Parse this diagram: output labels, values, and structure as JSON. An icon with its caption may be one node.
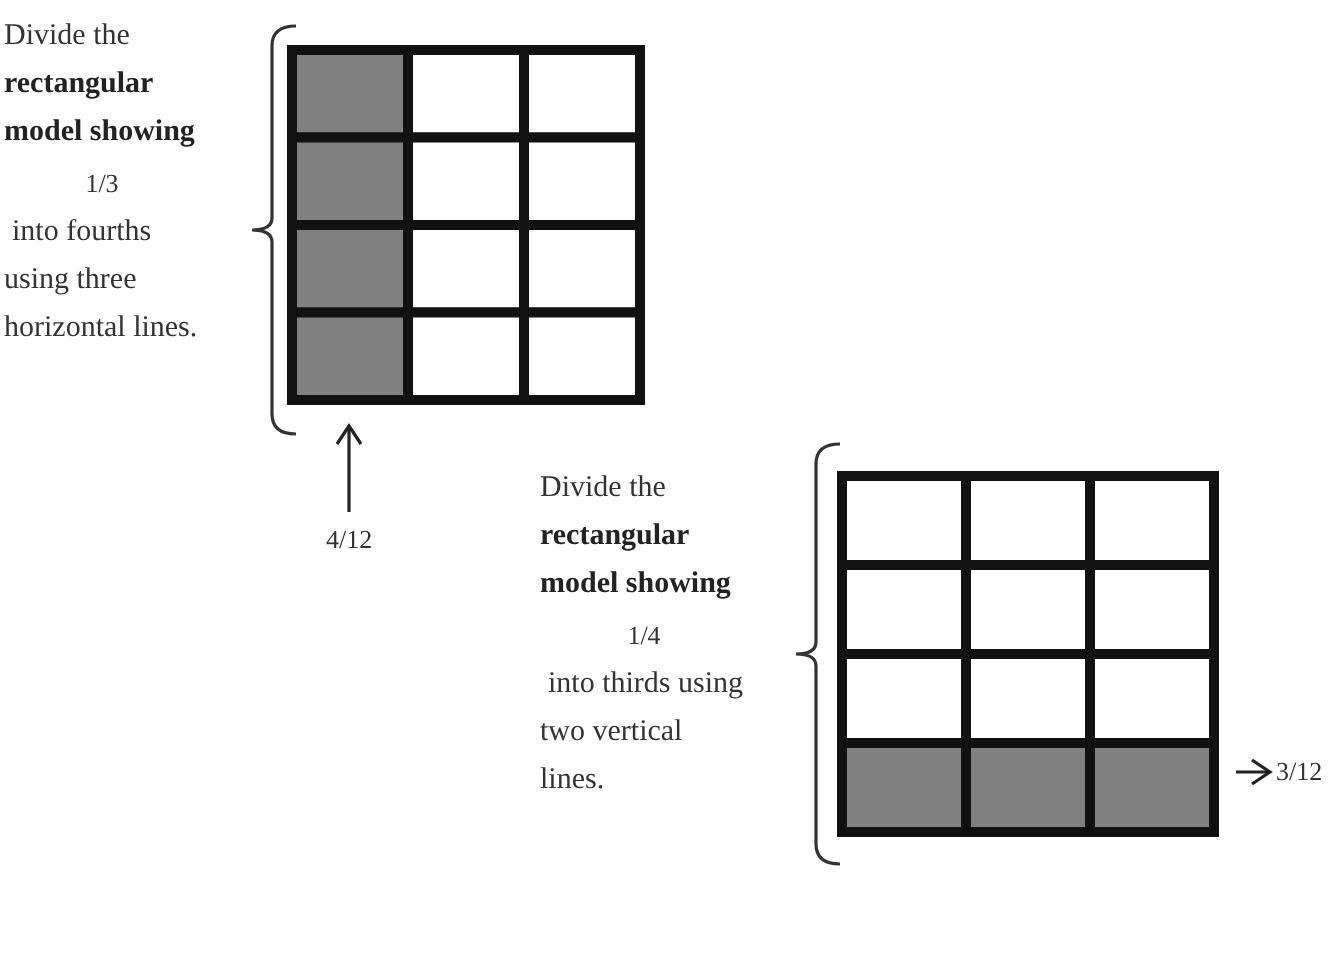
{
  "diagram": {
    "nodes": [
      {
        "text": [],
        "shape": "box"
      },
      {
        "text": [
          "4/12"
        ]
      },
      {
        "text": [],
        "shape": "box"
      },
      {
        "text": [
          "3/12"
        ]
      }
    ],
    "edges": [
      {
        "from": 1,
        "to": 0,
        "arrow": "to"
      },
      {
        "from": 2,
        "to": 3,
        "arrow": "to"
      }
    ],
    "labels": [
      "Divide the **rectangular model showing**",
      "1/3",
      "into fourths using three horizontal lines.",
      "Divide the **rectangular model showing**",
      "1/4",
      "into thirds using two vertical lines."
    ]
  }
}
